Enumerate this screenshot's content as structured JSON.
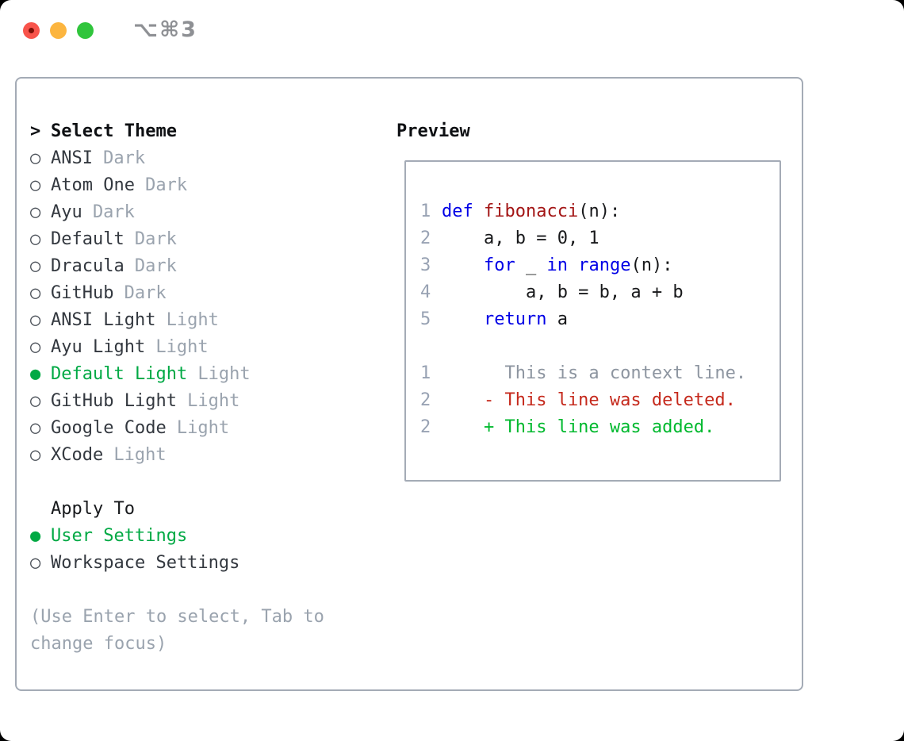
{
  "window": {
    "shortcut": "⌥⌘3",
    "traffic_lights": [
      {
        "name": "close",
        "color": "#f8544b"
      },
      {
        "name": "minimize",
        "color": "#fcb53f"
      },
      {
        "name": "zoom",
        "color": "#30c53c"
      }
    ]
  },
  "theme_picker": {
    "prompt": ">",
    "title": "Select Theme",
    "radio_icon": "○",
    "radio_selected_icon": "●",
    "items": [
      {
        "name": "ANSI",
        "tag": "Dark",
        "selected": false
      },
      {
        "name": "Atom One",
        "tag": "Dark",
        "selected": false
      },
      {
        "name": "Ayu",
        "tag": "Dark",
        "selected": false
      },
      {
        "name": "Default",
        "tag": "Dark",
        "selected": false
      },
      {
        "name": "Dracula",
        "tag": "Dark",
        "selected": false
      },
      {
        "name": "GitHub",
        "tag": "Dark",
        "selected": false
      },
      {
        "name": "ANSI Light",
        "tag": "Light",
        "selected": false
      },
      {
        "name": "Ayu Light",
        "tag": "Light",
        "selected": false
      },
      {
        "name": "Default Light",
        "tag": "Light",
        "selected": true
      },
      {
        "name": "GitHub Light",
        "tag": "Light",
        "selected": false
      },
      {
        "name": "Google Code",
        "tag": "Light",
        "selected": false
      },
      {
        "name": "XCode",
        "tag": "Light",
        "selected": false
      }
    ],
    "apply_to": {
      "title": "Apply To",
      "options": [
        {
          "name": "User Settings",
          "selected": true
        },
        {
          "name": "Workspace Settings",
          "selected": false
        }
      ]
    },
    "hint_lines": [
      "(Use Enter to select, Tab to",
      "change focus)"
    ]
  },
  "preview": {
    "title": "Preview",
    "code_lines": [
      {
        "num": "1",
        "tokens": [
          {
            "t": "def",
            "c": "kw"
          },
          {
            "t": " ",
            "c": "plain"
          },
          {
            "t": "fibonacci",
            "c": "fn"
          },
          {
            "t": "(n):",
            "c": "plain"
          }
        ]
      },
      {
        "num": "2",
        "tokens": [
          {
            "t": "    a, b = 0, 1",
            "c": "plain"
          }
        ]
      },
      {
        "num": "3",
        "tokens": [
          {
            "t": "    ",
            "c": "plain"
          },
          {
            "t": "for",
            "c": "kw"
          },
          {
            "t": " _ ",
            "c": "plain"
          },
          {
            "t": "in",
            "c": "kw"
          },
          {
            "t": " ",
            "c": "plain"
          },
          {
            "t": "range",
            "c": "kw"
          },
          {
            "t": "(n):",
            "c": "plain"
          }
        ]
      },
      {
        "num": "4",
        "tokens": [
          {
            "t": "        a, b = b, a + b",
            "c": "plain"
          }
        ]
      },
      {
        "num": "5",
        "tokens": [
          {
            "t": "    ",
            "c": "plain"
          },
          {
            "t": "return",
            "c": "kw"
          },
          {
            "t": " a",
            "c": "plain"
          }
        ]
      },
      {
        "num": "",
        "tokens": []
      },
      {
        "num": "1",
        "tokens": [
          {
            "t": "      This is a context line.",
            "c": "context"
          }
        ]
      },
      {
        "num": "2",
        "tokens": [
          {
            "t": "    - This line was deleted.",
            "c": "del"
          }
        ]
      },
      {
        "num": "2",
        "tokens": [
          {
            "t": "    + This line was added.",
            "c": "add"
          }
        ]
      }
    ]
  },
  "colors": {
    "accent_green": "#00a944",
    "diff_add_green": "#00b92e",
    "diff_del_red": "#c5291c",
    "keyword_blue": "#0000e6",
    "function_red": "#a31515",
    "gutter_gray": "#98a2b3",
    "context_gray": "#8d95a0",
    "muted_gray": "#9aa3ae",
    "text_dark": "#33383f",
    "heading_black": "#0e1013",
    "panel_border": "#a4abb6",
    "shortcut_gray": "#8e9094",
    "traffic_red": "#f8544b",
    "traffic_red_dot": "#7d1007",
    "traffic_yellow": "#fcb53f",
    "traffic_green": "#30c53c",
    "window_bg": "#ffffff",
    "page_bg": "#000000"
  }
}
